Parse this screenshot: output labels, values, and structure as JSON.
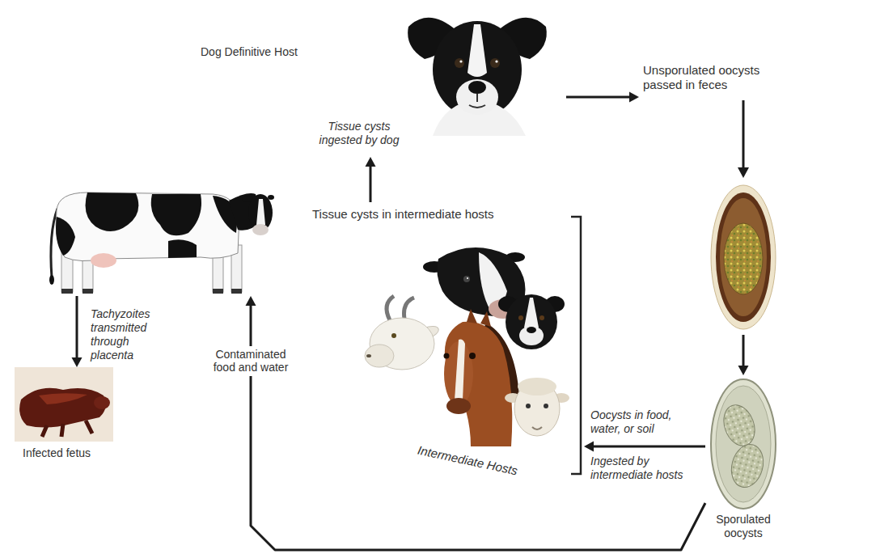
{
  "diagram": {
    "nodes": [
      {
        "text": [
          "Dog Definitive Host",
          "Tissue cysts ingested by dog"
        ]
      },
      {
        "text": [
          "Unsporulated oocysts passed in feces"
        ]
      },
      {
        "text": []
      },
      {
        "text": [
          "Tissue cysts in intermediate hosts",
          "Intermediate Hosts"
        ]
      },
      {
        "text": [
          "Infected fetus"
        ]
      },
      {
        "text": [
          "Sporulated oocysts"
        ]
      }
    ],
    "edges": [
      {
        "from": 0,
        "to": 1,
        "arrow": "to"
      },
      {
        "from": 1,
        "to": 5,
        "arrow": "to"
      },
      {
        "from": 5,
        "to": 3,
        "arrow": "to",
        "label": "Oocysts in food, water, or soil"
      },
      {
        "from": 3,
        "to": 0,
        "arrow": "to"
      },
      {
        "from": 5,
        "to": 2,
        "arrow": "to",
        "label": "Contaminated food and water"
      },
      {
        "from": 2,
        "to": 4,
        "arrow": "to",
        "label": "Tachyzoites transmitted through placenta"
      }
    ],
    "labels": [
      "Ingested by intermediate hosts"
    ]
  }
}
